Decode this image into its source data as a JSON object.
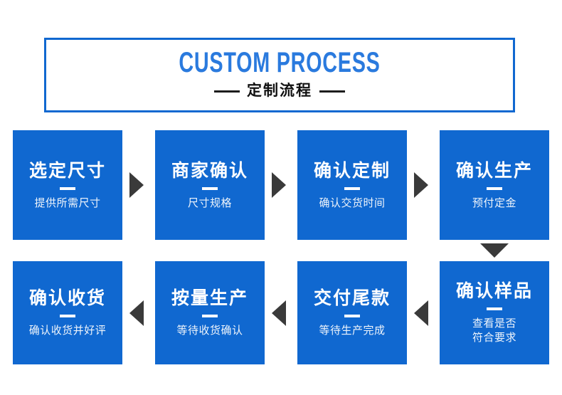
{
  "header": {
    "title": "CUSTOM PROCESS",
    "subtitle": "定制流程",
    "title_color": "#2a7ade",
    "border_color": "#1068d0"
  },
  "theme": {
    "box_blue": "#1068d0",
    "arrow_gray": "#3a3a3a",
    "box_text": "#ffffff"
  },
  "steps": [
    {
      "title": "选定尺寸",
      "desc": "提供所需尺寸"
    },
    {
      "title": "商家确认",
      "desc": "尺寸规格"
    },
    {
      "title": "确认定制",
      "desc": "确认交货时间"
    },
    {
      "title": "确认生产",
      "desc": "预付定金"
    },
    {
      "title": "确认样品",
      "desc": "查看是否\n符合要求"
    },
    {
      "title": "交付尾款",
      "desc": "等待生产完成"
    },
    {
      "title": "按量生产",
      "desc": "等待收货确认"
    },
    {
      "title": "确认收货",
      "desc": "确认收货并好评"
    }
  ],
  "arrows": [
    {
      "name": "arrow-step1-to-step2",
      "direction": "right"
    },
    {
      "name": "arrow-step2-to-step3",
      "direction": "right"
    },
    {
      "name": "arrow-step3-to-step4",
      "direction": "right"
    },
    {
      "name": "arrow-step4-to-step5",
      "direction": "down"
    },
    {
      "name": "arrow-step6-to-step7",
      "direction": "left"
    },
    {
      "name": "arrow-step7-to-step8",
      "direction": "left"
    },
    {
      "name": "arrow-step5-to-step6",
      "direction": "left"
    }
  ]
}
